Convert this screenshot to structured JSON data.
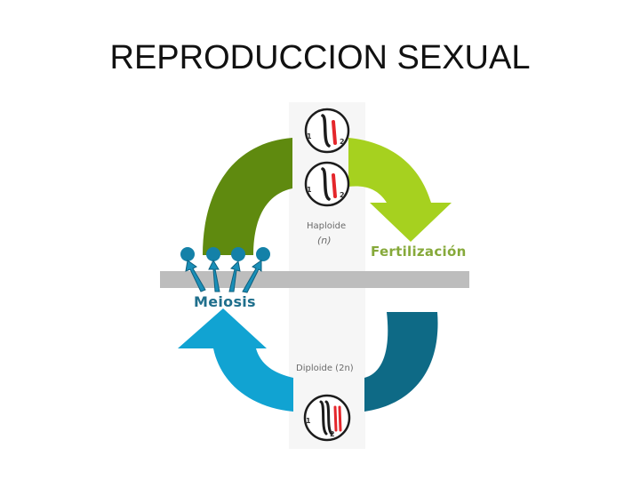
{
  "title": "REPRODUCCION SEXUAL",
  "labels": {
    "fertilization": "Fertilización",
    "meiosis": "Meiosis",
    "haploid": "Haploide",
    "haploid_symbol": "(n)",
    "diploid": "Diploide (2n)"
  },
  "cells": [
    {
      "left": "1",
      "right": "2"
    },
    {
      "left": "1",
      "right": "2"
    },
    {
      "left": "1",
      "right": "2"
    }
  ],
  "colors": {
    "dark_green": "#5f8a0f",
    "light_green": "#a6d11f",
    "dark_teal": "#0e6a86",
    "light_blue": "#11a3d2",
    "gray_bar": "#bdbdbd",
    "red_chromosome": "#e4262b",
    "meiosis_label": "#1f6f8c",
    "fertilization_label": "#86a93a"
  }
}
